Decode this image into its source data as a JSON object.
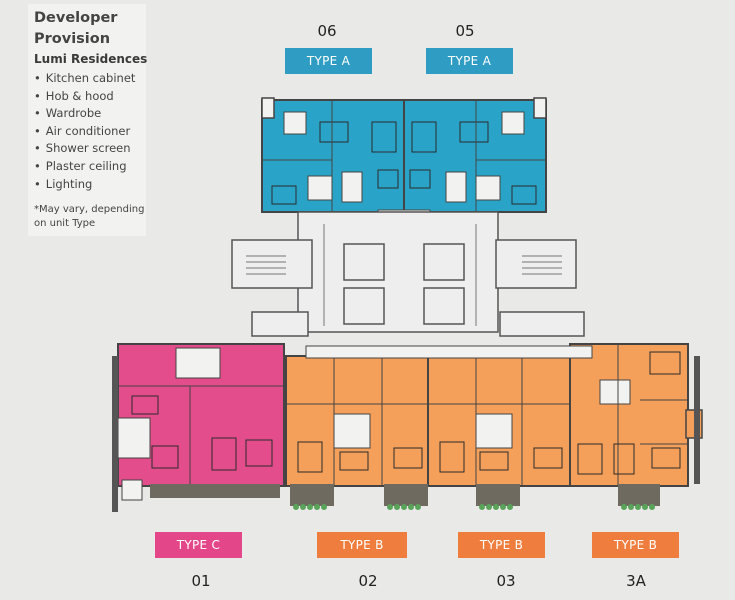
{
  "header": {
    "title_line1": "Developer",
    "title_line2": "Provision",
    "project": "Lumi Residences",
    "features": [
      "Kitchen cabinet",
      "Hob & hood",
      "Wardrobe",
      "Air conditioner",
      "Shower screen",
      "Plaster ceiling",
      "Lighting"
    ],
    "note_line1": "*May vary, depending",
    "note_line2": "on unit Type"
  },
  "units": [
    {
      "number": "06",
      "type": "TYPE A"
    },
    {
      "number": "05",
      "type": "TYPE A"
    },
    {
      "number": "01",
      "type": "TYPE C"
    },
    {
      "number": "02",
      "type": "TYPE B"
    },
    {
      "number": "03",
      "type": "TYPE B"
    },
    {
      "number": "3A",
      "type": "TYPE B"
    }
  ],
  "colors": {
    "type_a": "#2aa3c9",
    "type_b": "#f5a05a",
    "type_c": "#e34d8c",
    "type_a_tag": "#2f9cc4",
    "type_b_tag": "#ef7d3d",
    "type_c_tag": "#e4468a",
    "core": "#eeeeee",
    "wall": "#4a4a4a",
    "planter": "#5aa35a"
  }
}
